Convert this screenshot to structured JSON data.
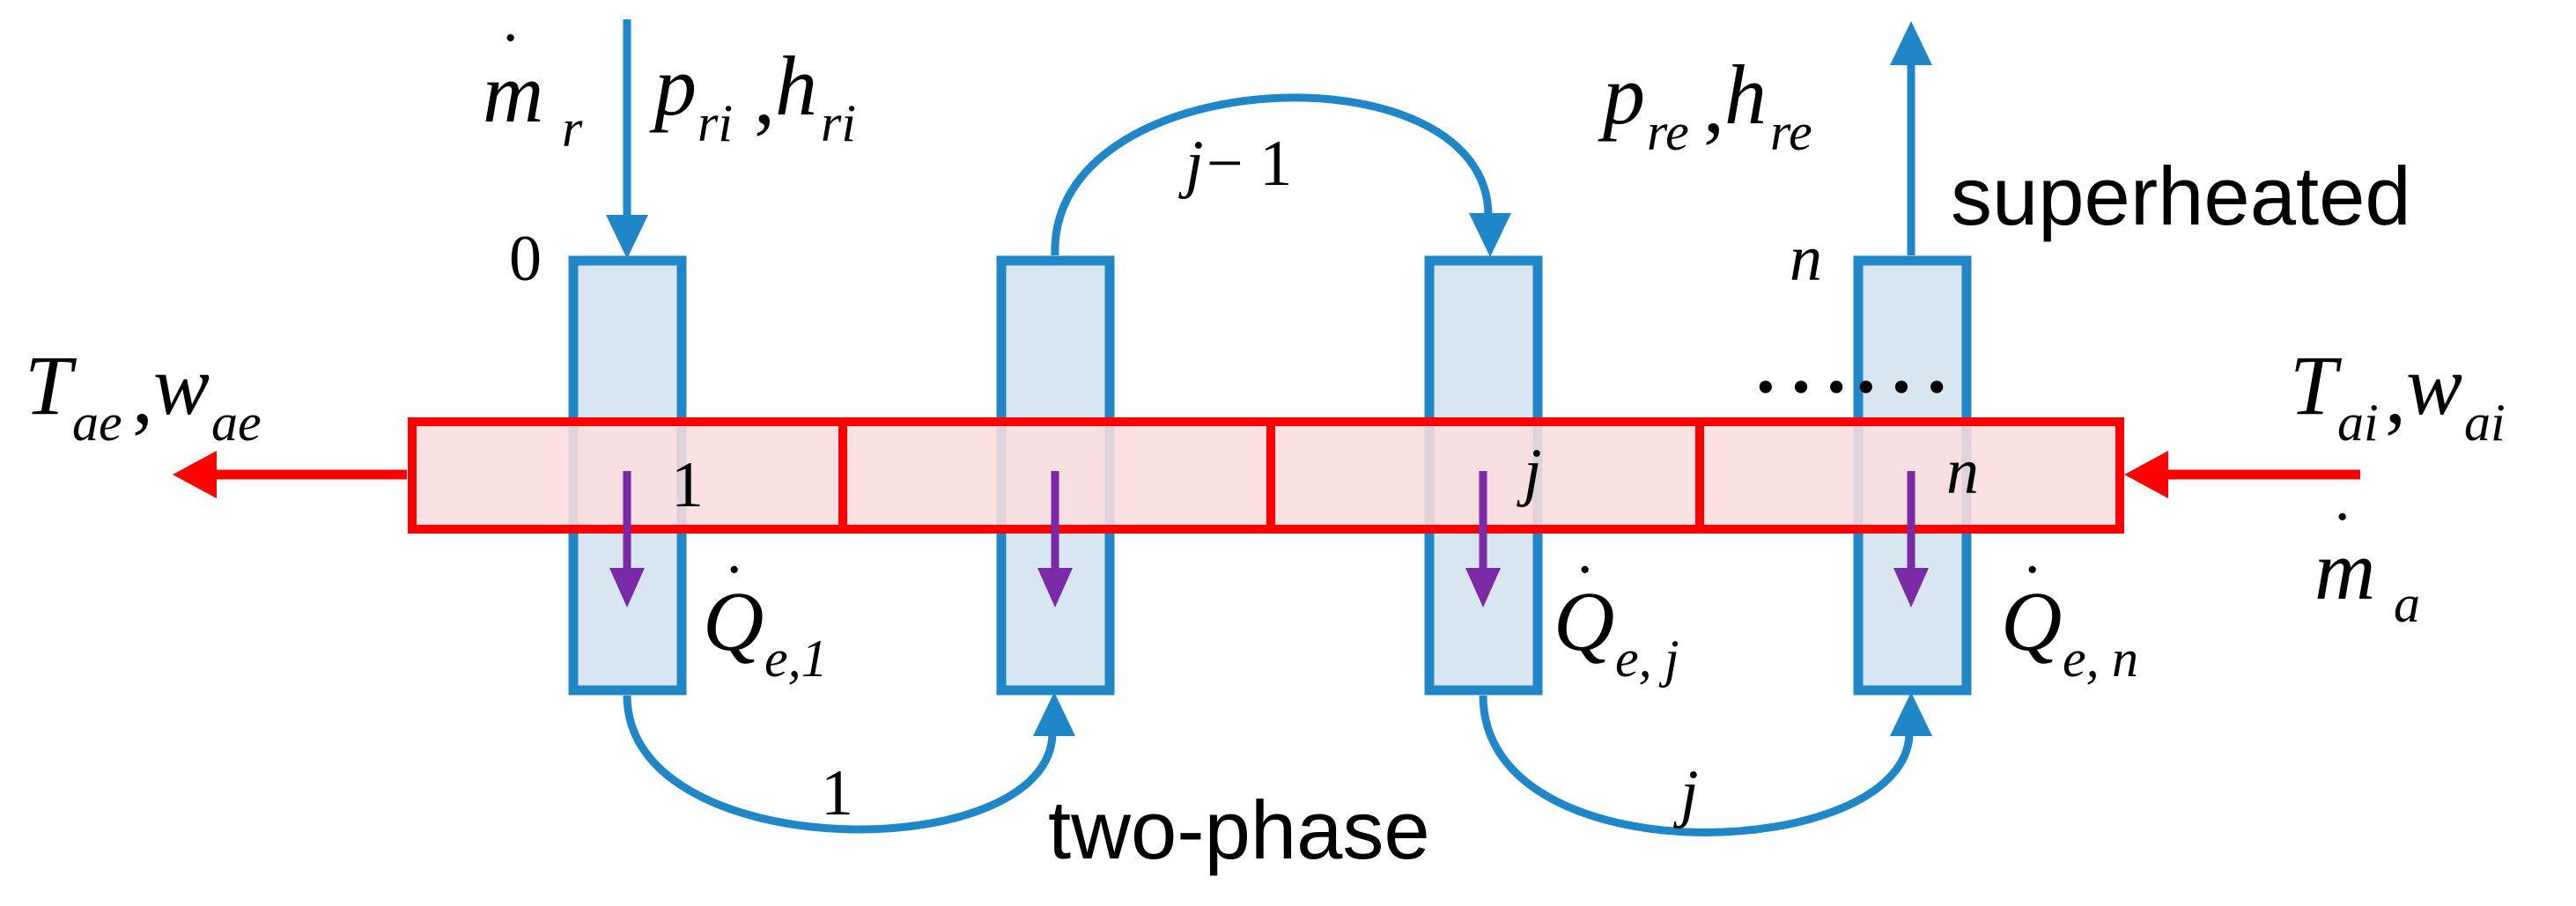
{
  "colors": {
    "refrigerant": "#1f87c8",
    "air": "#ff0000",
    "tube_fill": "#d8e6f2",
    "air_fill": "#fbdddd",
    "heat": "#7a2aa6"
  },
  "labels": {
    "m_r": "m",
    "m_r_sub": "r",
    "p_ri": "p",
    "p_ri_sub": "ri",
    "h_ri": "h",
    "h_ri_sub": "ri",
    "comma": ",",
    "p_re": "p",
    "p_re_sub": "re",
    "h_re": "h",
    "h_re_sub": "re",
    "superheated": "superheated",
    "two_phase": "two-phase",
    "T_ae": "T",
    "T_ae_sub": "ae",
    "w_ae": "w",
    "w_ae_sub": "ae",
    "T_ai": "T",
    "T_ai_sub": "ai",
    "w_ai": "w",
    "w_ai_sub": "ai",
    "m_a": "m",
    "m_a_sub": "a",
    "node_0": "0",
    "node_n_top": "n",
    "conn_top": "j",
    "conn_top_suffix": " − 1",
    "conn_bottom_1": "1",
    "conn_bottom_j": "j",
    "seg_1": "1",
    "seg_j": "j",
    "seg_n": "n",
    "q": "Q",
    "q1_sub": "e,1",
    "qj_sub_e": "e,",
    "qj_sub_j": "j",
    "qn_sub_e": "e,",
    "qn_sub_n": "n",
    "dots": "……"
  }
}
